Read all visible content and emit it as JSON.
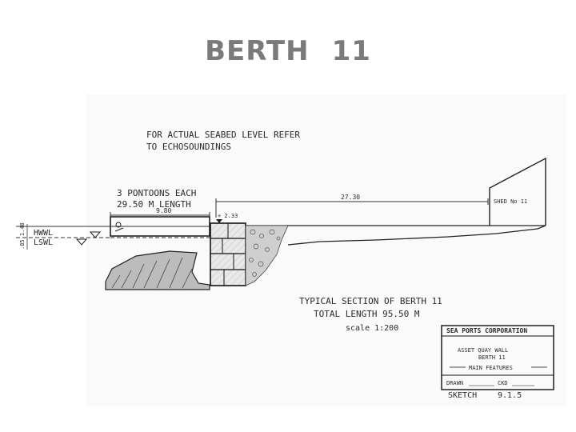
{
  "page": {
    "title_word": "BERTH",
    "title_number": "11"
  },
  "drawing": {
    "note_line1": "FOR ACTUAL SEABED LEVEL REFER",
    "note_line2": "TO ECHOSOUNDINGS",
    "pontoons_line1": "3 PONTOONS EACH",
    "pontoons_line2": "29.50 M LENGTH",
    "pontoon_width": "9.80",
    "apron_width": "27.30",
    "shed_label": "SHED No 11",
    "quay_level": "+ 2.33",
    "tide_range": ".85 1.48",
    "hwwl_label": "HWWL",
    "lswl_label": "LSWL",
    "section_title": "TYPICAL SECTION OF BERTH 11",
    "total_length": "TOTAL LENGTH  95.50 M",
    "scale": "scale  1:200"
  },
  "title_block": {
    "org": "SEA PORTS CORPORATION",
    "line1": "ASSET QUAY WALL",
    "line2": "BERTH 11",
    "line3": "MAIN FEATURES",
    "drawn_label": "DRAWN",
    "ckd_label": "CKD",
    "sketch_label": "SKETCH",
    "sketch_no": "9.1.5"
  }
}
